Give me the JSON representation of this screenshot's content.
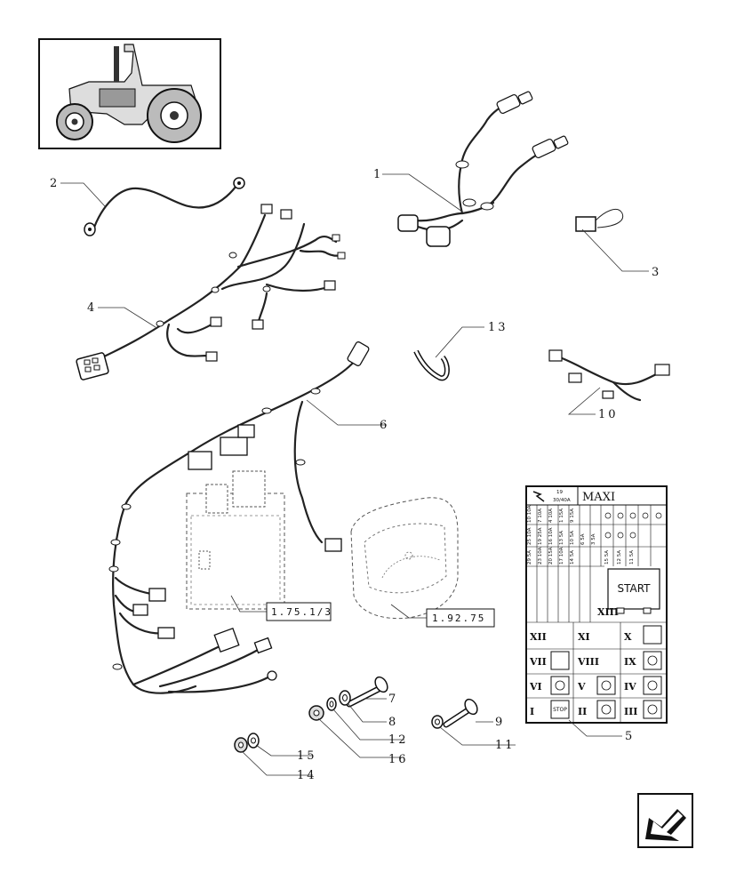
{
  "part_labels": [
    "1",
    "2",
    "3",
    "4",
    "5",
    "6",
    "7",
    "8",
    "9",
    "10",
    "11",
    "12",
    "13",
    "14",
    "15",
    "16"
  ],
  "references": [
    "1.75.1/3",
    "1.92.75"
  ],
  "fusebox": {
    "title": "MAXI",
    "top_note_1": "19",
    "top_note_2": "30/40A",
    "start_label": "START",
    "stop_label": "STOP",
    "fuse_ratings_col": [
      "10 10A",
      "7 10A",
      "4 10A",
      "1 15A",
      "9 15A",
      "6 5A",
      "3 5A"
    ],
    "fuse_ratings_row2": [
      "25 10A",
      "19 25A",
      "16 10A",
      "13 5A",
      "10 5A",
      "12 5A",
      "11 5A"
    ],
    "fuse_ratings_row3": [
      "29 5A",
      "23 10A",
      "20 15A",
      "17 10A",
      "14 5A",
      "15 5A"
    ],
    "relay_ids": [
      "XIII",
      "XII",
      "XI",
      "X",
      "VII",
      "VIII",
      "IX",
      "VI",
      "V",
      "IV",
      "I",
      "II",
      "III"
    ]
  }
}
